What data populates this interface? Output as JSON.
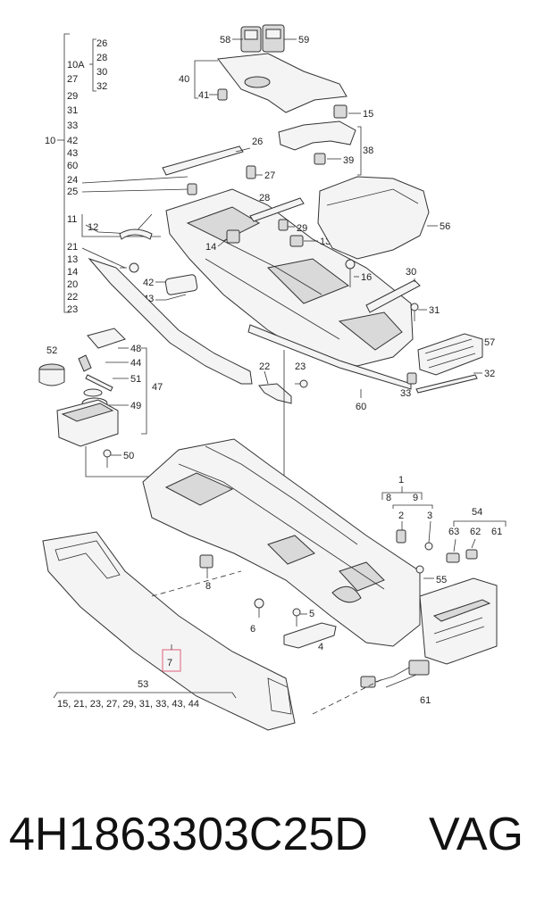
{
  "labels": {
    "l1": "1",
    "l2": "2",
    "l3": "3",
    "l4": "4",
    "l5": "5",
    "l6": "6",
    "l7": "7",
    "l8": "8",
    "l9": "9",
    "l10": "10",
    "l10a": "10A",
    "l11": "11",
    "l12": "12",
    "l13a": "13",
    "l13b": "13",
    "l14a": "14",
    "l14b": "14",
    "l15": "15",
    "l16": "16",
    "l20": "20",
    "l21": "21",
    "l22a": "22",
    "l22b": "22",
    "l23a": "23",
    "l23b": "23",
    "l24": "24",
    "l25": "25",
    "l26a": "26",
    "l26b": "26",
    "l27a": "27",
    "l27b": "27",
    "l28a": "28",
    "l28b": "28",
    "l29a": "29",
    "l29b": "29",
    "l30a": "30",
    "l30b": "30",
    "l31a": "31",
    "l31b": "31",
    "l32a": "32",
    "l32b": "32",
    "l33a": "33",
    "l33b": "33",
    "l38": "38",
    "l39": "39",
    "l40": "40",
    "l41": "41",
    "l42a": "42",
    "l42b": "42",
    "l43a": "43",
    "l43b": "43",
    "l44": "44",
    "l47": "47",
    "l48": "48",
    "l49": "49",
    "l50": "50",
    "l51": "51",
    "l52": "52",
    "l53": "53",
    "l54": "54",
    "l55": "55",
    "l56": "56",
    "l57": "57",
    "l58": "58",
    "l59": "59",
    "l60a": "60",
    "l60b": "60",
    "l61a": "61",
    "l61b": "61",
    "l62": "62",
    "l63": "63"
  },
  "group_53_items": "15, 21, 23, 27, 29, 31, 33, 43, 44",
  "part_number": "4H1863303C25D",
  "brand": "VAG",
  "colors": {
    "line": "#333333",
    "highlight_box": "#e0607a",
    "background": "#ffffff"
  }
}
